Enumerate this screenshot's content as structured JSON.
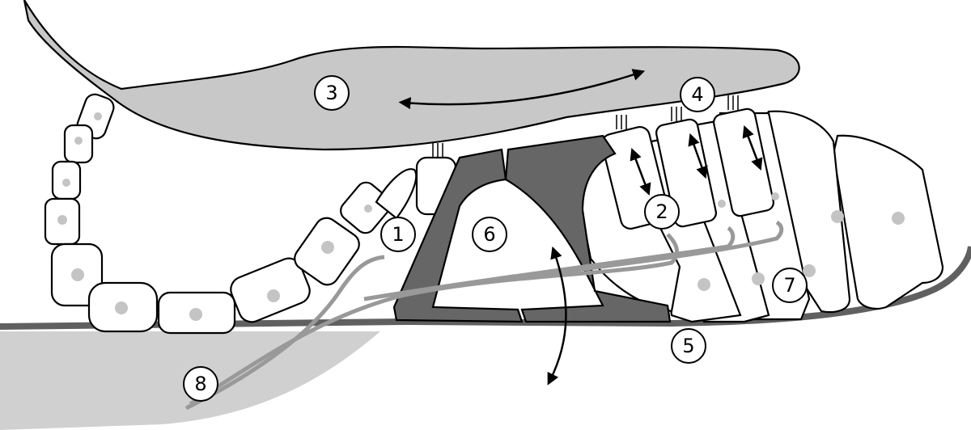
{
  "labels": [
    "1",
    "2",
    "3",
    "4",
    "5",
    "6",
    "7",
    "8"
  ],
  "colors": {
    "tectorial": "#c8c8c8",
    "pillar": "#666666",
    "basilar": "#606060",
    "nerve": "#999999",
    "tissue": "#cfcfcf",
    "nucleus": "#c4c4c4"
  }
}
